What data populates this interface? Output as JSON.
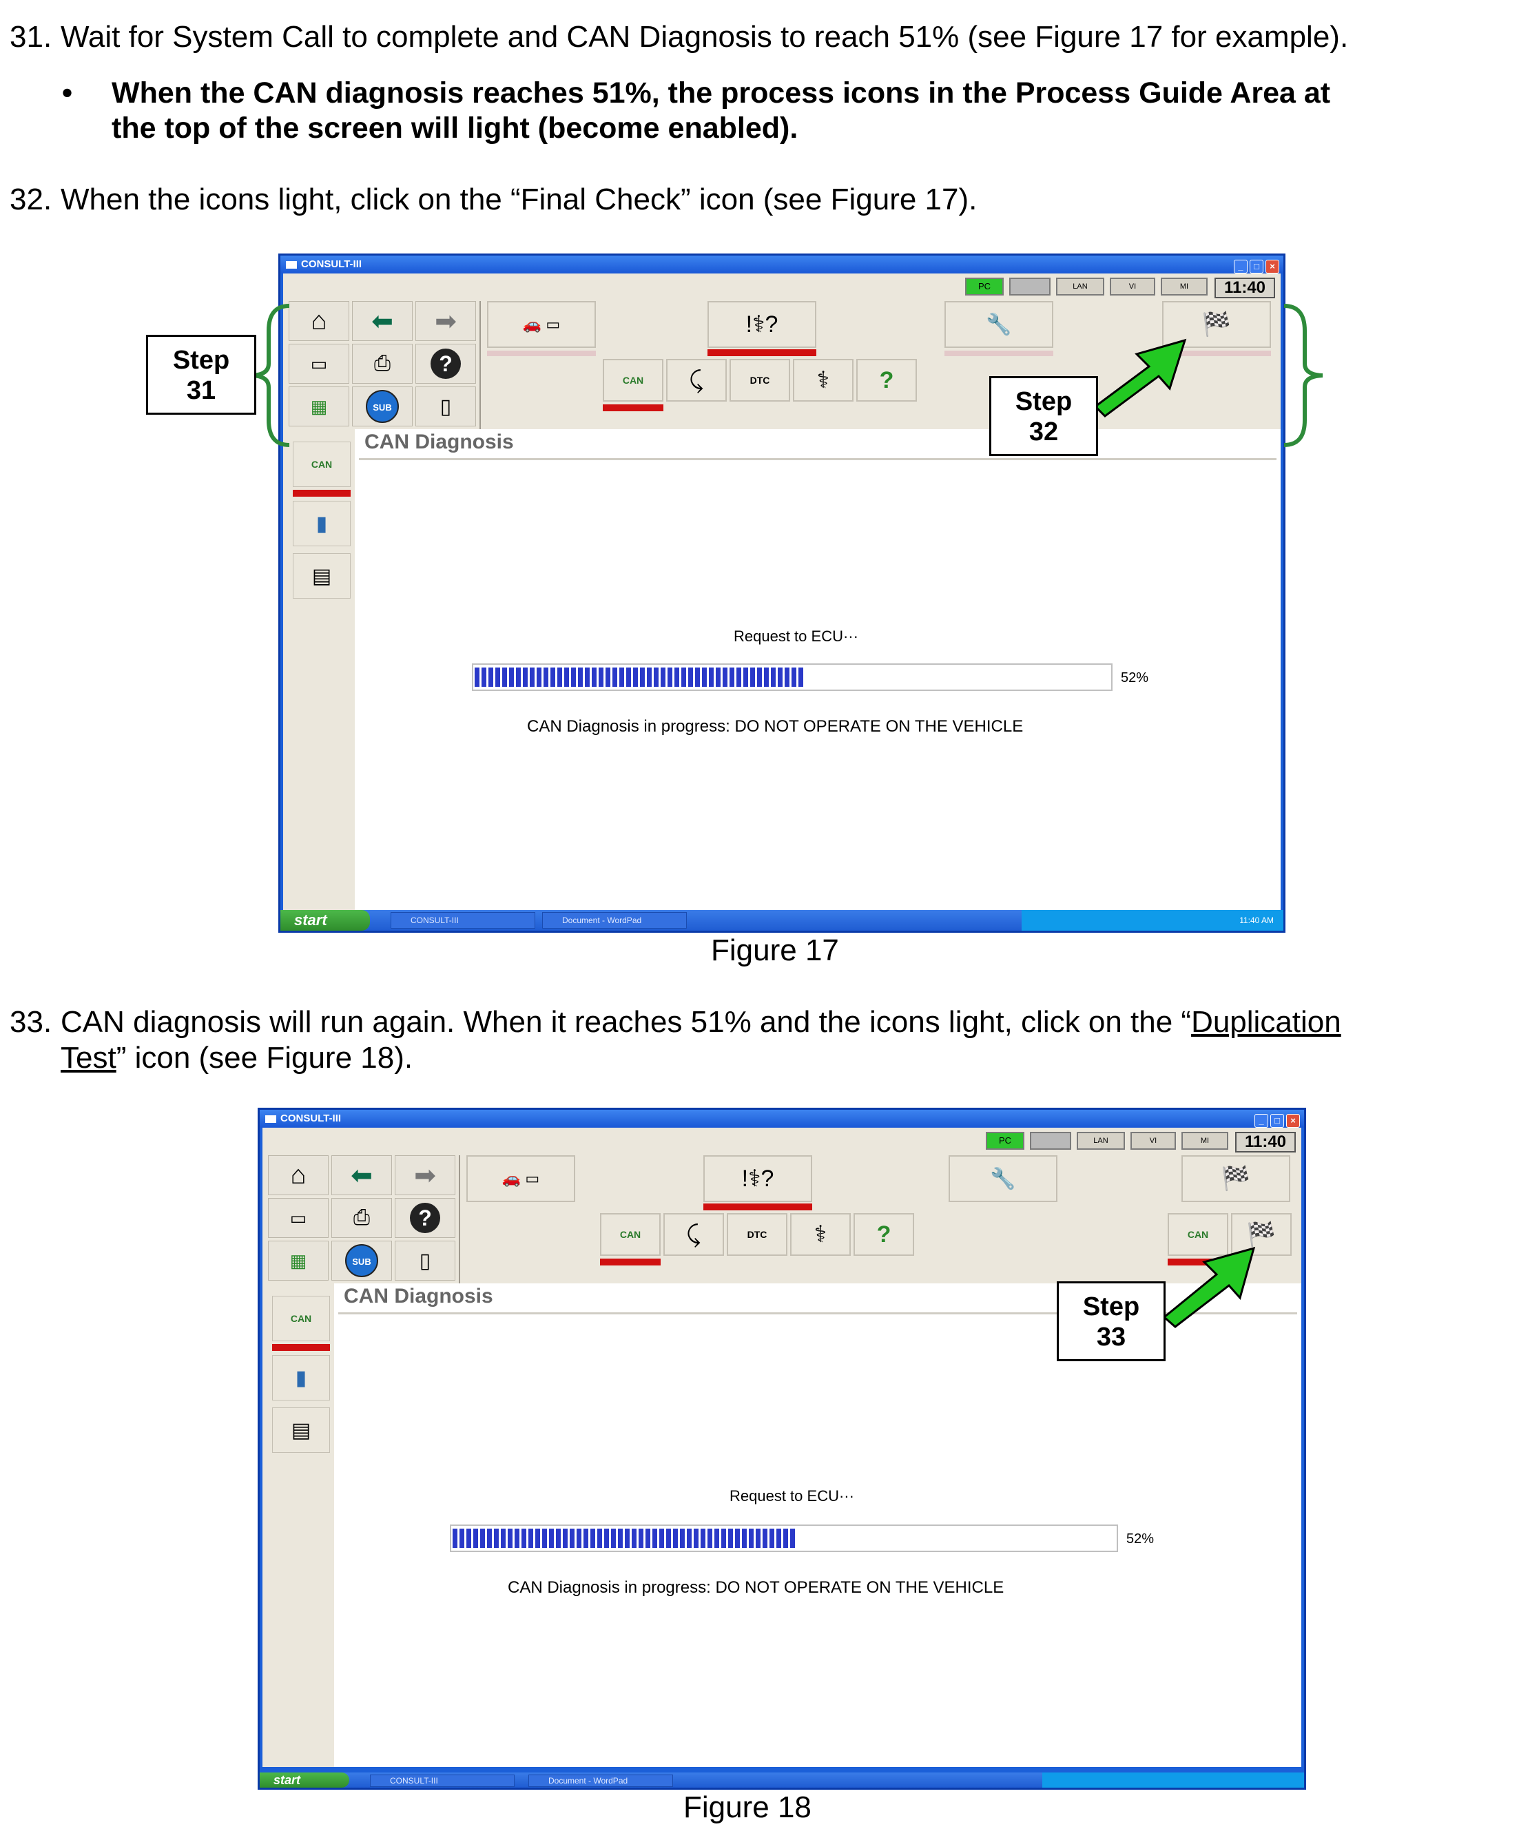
{
  "step31": {
    "num": "31.",
    "text": "Wait for System Call to complete and CAN Diagnosis to reach 51% (see Figure 17 for example)."
  },
  "bullet": {
    "dot": "•",
    "line1": "When the CAN diagnosis reaches 51%, the process icons in the Process Guide Area at",
    "line2": "the top of the screen will light (become enabled)."
  },
  "step32": {
    "num": "32.",
    "text": "When the icons light, click on the “Final Check” icon (see Figure 17)."
  },
  "step33": {
    "num": "33.",
    "line1_pre": "CAN diagnosis will run again. When it reaches 51% and the icons light, click on the “",
    "line1_link": "Duplication",
    "line2_link": "Test",
    "line2_post": "” icon (see Figure 18)."
  },
  "figure17": {
    "caption": "Figure 17",
    "window_title": "CONSULT-III",
    "clock": "11:40",
    "status": {
      "green": "PC",
      "lan": "LAN",
      "vi": "VI",
      "mi": "MI"
    },
    "content_title": "CAN Diagnosis",
    "request_text": "Request to ECU···",
    "progress": 52,
    "progress_label": "52%",
    "warning": "CAN Diagnosis in progress: DO NOT OPERATE ON THE VEHICLE",
    "taskbar": {
      "start": "start",
      "item1": "CONSULT-III",
      "item2": "Document - WordPad",
      "tray_time": "11:40 AM"
    },
    "callout_left": {
      "line1": "Step",
      "line2": "31"
    },
    "callout_right": {
      "line1": "Step",
      "line2": "32"
    }
  },
  "figure18": {
    "caption": "Figure 18",
    "window_title": "CONSULT-III",
    "clock": "11:40",
    "status": {
      "green": "PC",
      "lan": "LAN",
      "vi": "VI",
      "mi": "MI"
    },
    "content_title": "CAN Diagnosis",
    "request_text": "Request to ECU···",
    "progress": 52,
    "progress_label": "52%",
    "warning": "CAN Diagnosis in progress: DO NOT OPERATE ON THE VEHICLE",
    "taskbar": {
      "start": "start",
      "item1": "CONSULT-III",
      "item2": "Document - WordPad"
    },
    "callout": {
      "line1": "Step",
      "line2": "33"
    }
  },
  "icons": {
    "home": "⌂",
    "back": "⬅",
    "forward": "➡",
    "help": "?",
    "sub": "SUB",
    "can": "CAN",
    "dtc": "DTC",
    "wrench": "🔧",
    "flags": "🏁"
  },
  "colors": {
    "arrow": "#22c822",
    "brace": "#2e8b3a",
    "progress_fill": "#2a39c8",
    "red_bar": "#d01010"
  }
}
